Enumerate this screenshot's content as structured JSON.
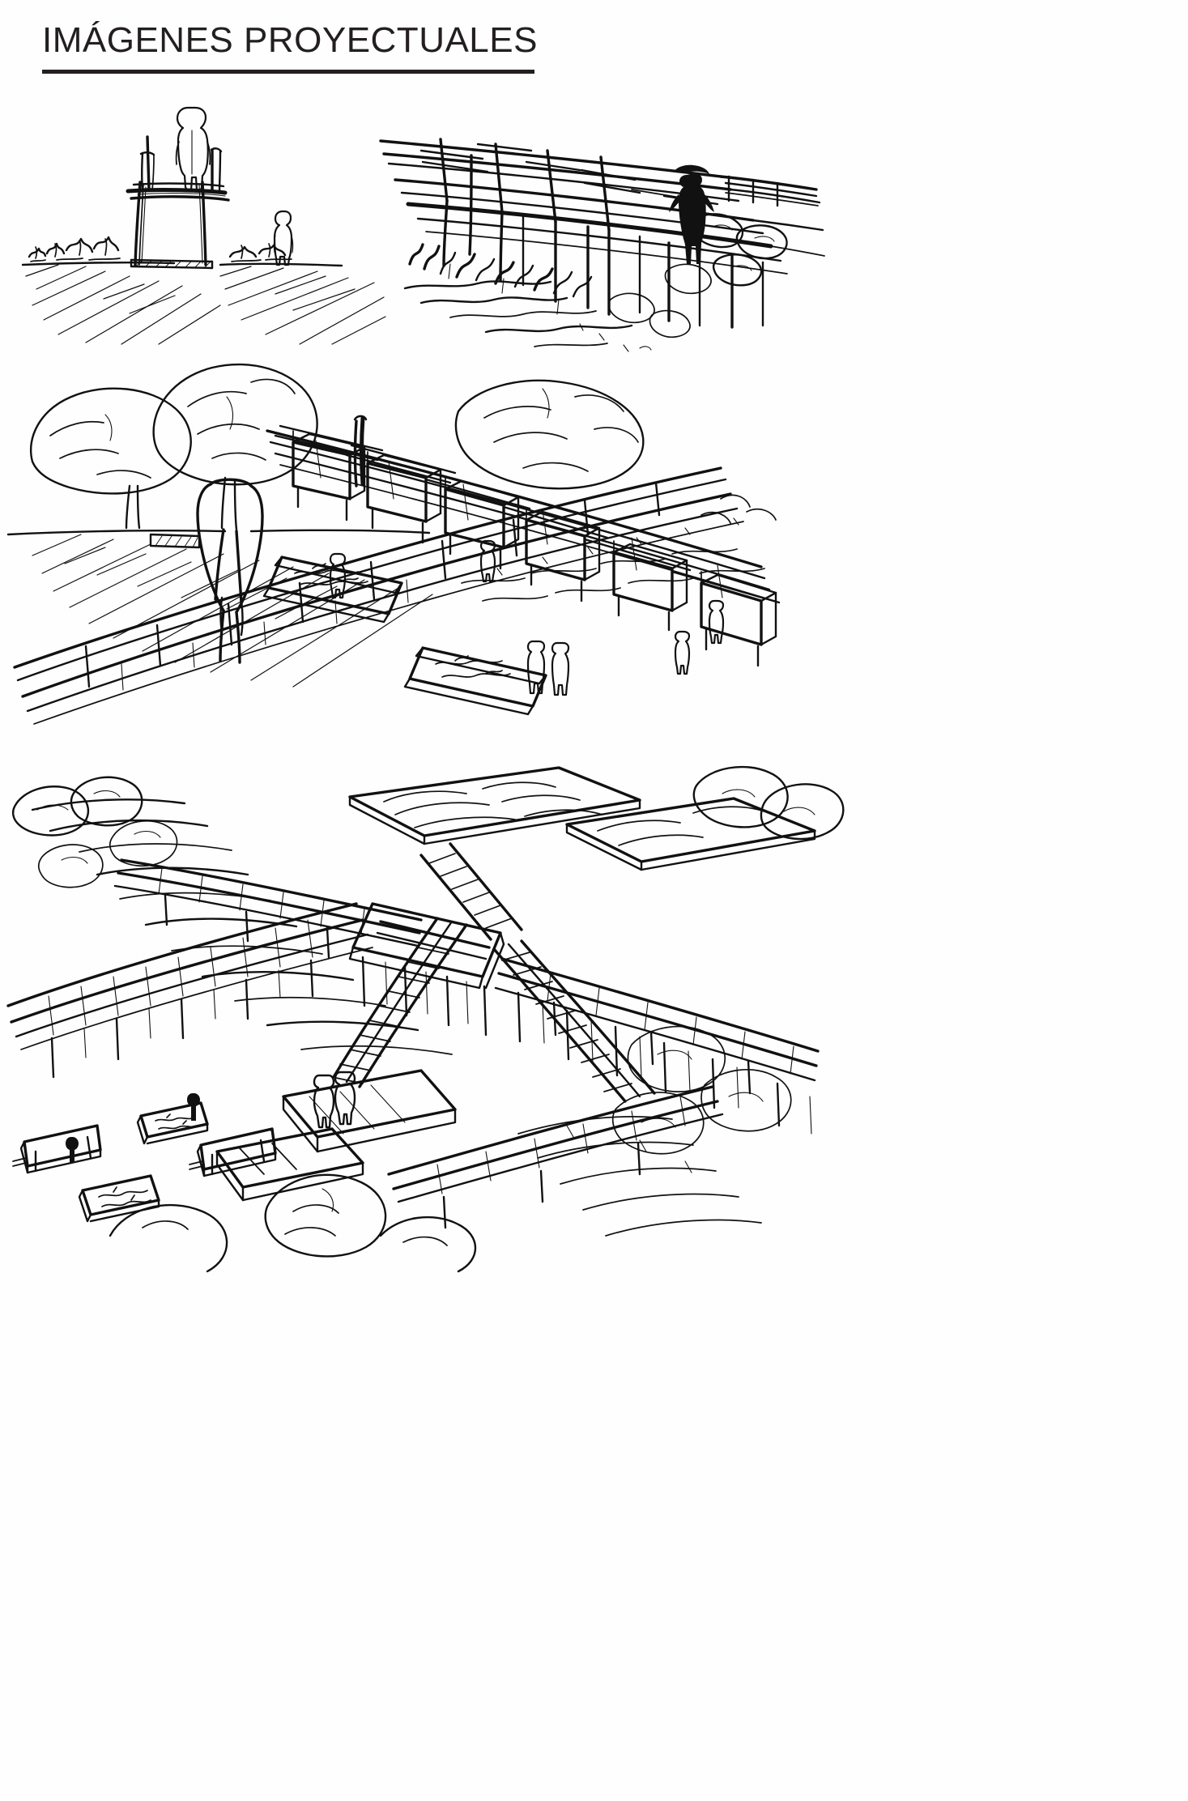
{
  "document": {
    "title": "IMÁGENES PROYECTUALES",
    "title_underlined": true,
    "sheet_background": "#ffffff",
    "ink_color": "#111111",
    "medium": "hand-drawn ink sketches / architectural presentation board"
  },
  "sketches": [
    {
      "id": "mirador",
      "name": "sketch-mirador-tower",
      "caption": "",
      "description": "Elevation sketch of a tall slender lookout tower (mirador) with a figure standing on the upper platform, a second figure standing on the hatched ground plane at right, and shrub vegetation at the base.",
      "figures": 2,
      "elements": [
        "lookout tower",
        "upper platform",
        "railing post",
        "hatched ground plane",
        "shrubs"
      ]
    },
    {
      "id": "pasarela",
      "name": "sketch-elevated-walkway",
      "caption": "",
      "description": "Perspective sketch of an elevated timber walkway / pergola on slender stilts crossing over dense reed vegetation and rocks, with a dark silhouetted figure walking on the deck.",
      "figures": 1,
      "elements": [
        "elevated deck",
        "stilt posts",
        "handrail",
        "reeds",
        "rocks",
        "silhouette figure"
      ]
    },
    {
      "id": "mercado",
      "name": "sketch-market-promenade",
      "caption": "",
      "description": "Aerial-oblique perspective of a linear market promenade: a raised boardwalk with handrail, rows of open market stalls / kiosks with canopies, rectangular planter-and-water troughs, trees and rock masses, with several small figures.",
      "figures": 7,
      "elements": [
        "boardwalk",
        "handrail",
        "market stalls",
        "canopies",
        "planter troughs",
        "trees",
        "rocks",
        "hatched paving"
      ]
    },
    {
      "id": "aerea",
      "name": "sketch-aerial-overview",
      "caption": "",
      "description": "Large aerial overview of the whole intervention: several elevated walkways on pilotis converging at a central node, long inclined ramps / stairs, flat roof platforms, rock outcrops and terrain contours, plus a cluster of planter boxes and benches in the lower left foreground with standing figures.",
      "figures": 4,
      "elements": [
        "elevated walkways",
        "pilotis",
        "inclined ramps",
        "stairs",
        "roof platforms",
        "central node",
        "rock outcrops",
        "planter boxes",
        "benches",
        "terrain"
      ]
    }
  ]
}
